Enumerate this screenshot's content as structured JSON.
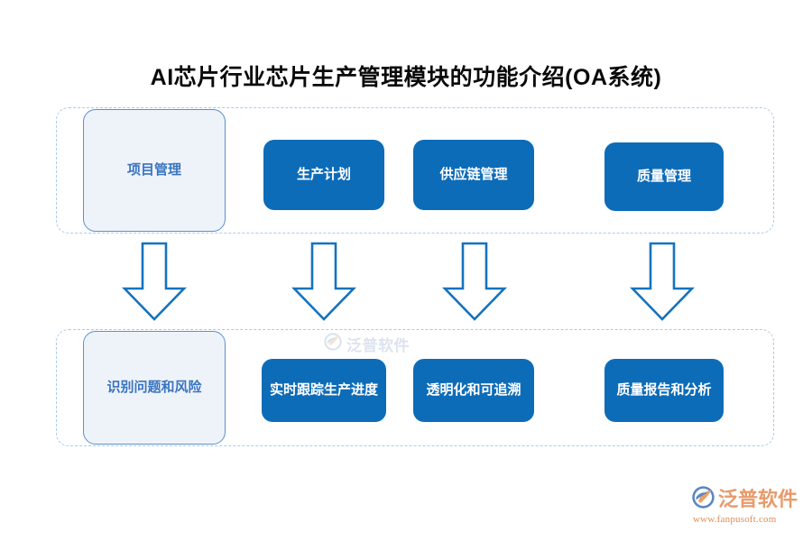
{
  "page": {
    "title": "AI芯片行业芯片生产管理模块的功能介绍(OA系统)",
    "background_color": "#ffffff"
  },
  "colors": {
    "solid_node_fill": "#0d6cb8",
    "solid_node_text": "#ffffff",
    "light_node_fill": "#eef3fa",
    "light_node_border": "#5b90cf",
    "light_node_text": "#3a74c0",
    "group_dashed_border": "#a9cbea",
    "arrow_stroke": "#1573bd",
    "arrow_fill": "#ffffff",
    "title_text": "#0a0a0a",
    "logo_orange": "#e89a6a",
    "logo_blue": "#5b87c4"
  },
  "diagram": {
    "rows": [
      {
        "name": "top-row",
        "container": "group-top",
        "nodes": [
          {
            "id": "project-management",
            "label": "项目管理",
            "style": "light"
          },
          {
            "id": "production-plan",
            "label": "生产计划",
            "style": "solid"
          },
          {
            "id": "supply-chain",
            "label": "供应链管理",
            "style": "solid"
          },
          {
            "id": "quality-management",
            "label": "质量管理",
            "style": "solid"
          }
        ]
      },
      {
        "name": "bottom-row",
        "container": "group-bottom",
        "nodes": [
          {
            "id": "identify-risk",
            "label": "识别问题和风险",
            "style": "light"
          },
          {
            "id": "track-progress",
            "label": "实时跟踪生产进度",
            "style": "solid"
          },
          {
            "id": "transparency",
            "label": "透明化和可追溯",
            "style": "solid"
          },
          {
            "id": "quality-report",
            "label": "质量报告和分析",
            "style": "solid"
          }
        ]
      }
    ],
    "arrows": [
      {
        "id": "arrow-1",
        "from": "project-management",
        "to": "identify-risk",
        "direction": "down"
      },
      {
        "id": "arrow-2",
        "from": "production-plan",
        "to": "track-progress",
        "direction": "down"
      },
      {
        "id": "arrow-3",
        "from": "supply-chain",
        "to": "transparency",
        "direction": "down"
      },
      {
        "id": "arrow-4",
        "from": "quality-management",
        "to": "quality-report",
        "direction": "down"
      }
    ]
  },
  "branding": {
    "logo_name": "泛普软件",
    "logo_url": "www.fanpusoft.com",
    "logo_icon": "swoosh-circle-icon",
    "watermark_text": "泛普软件"
  }
}
